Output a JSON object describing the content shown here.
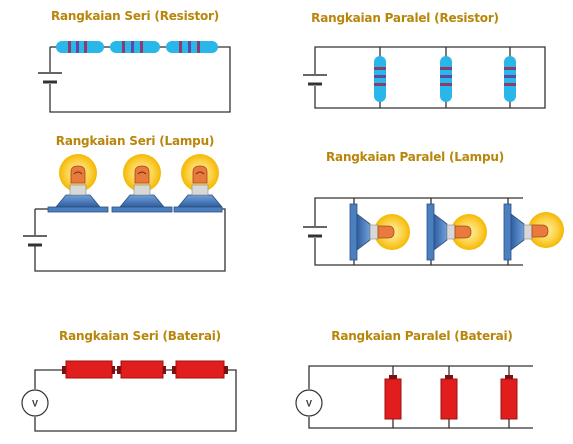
{
  "panels": {
    "series_resistor": {
      "title": "Rangkaian Seri (Resistor)"
    },
    "parallel_resistor": {
      "title": "Rangkaian Paralel (Resistor)"
    },
    "series_lamp": {
      "title": "Rangkaian Seri (Lampu)"
    },
    "parallel_lamp": {
      "title": "Rangkaian Paralel (Lampu)"
    },
    "series_battery": {
      "title": "Rangkaian Seri (Baterai)",
      "meter_label": "V"
    },
    "parallel_battery": {
      "title": "Rangkaian Paralel (Baterai)",
      "meter_label": "V"
    }
  },
  "colors": {
    "title": "#b8860b",
    "wire": "#333333",
    "resistor": "#29b6e8",
    "lamp_glow": "#fcd34d",
    "lamp_base": "#4a7fc0",
    "battery": "#e11d1d"
  }
}
